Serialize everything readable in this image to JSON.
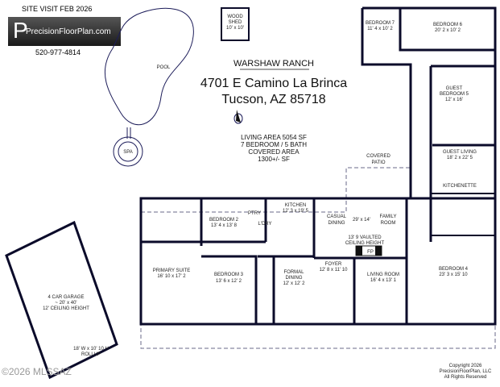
{
  "header": {
    "site_visit": "SITE VISIT  FEB 2026",
    "logo": "PrecisionFloorPlan.com",
    "phone": "520-977-4814"
  },
  "title": {
    "name": "WARSHAW RANCH",
    "address1": "4701 E Camino La Brinca",
    "address2": "Tucson, AZ  85718"
  },
  "summary": {
    "living": "LIVING AREA    5054 SF",
    "beds": "7 BEDROOM / 5 BATH",
    "covered": "COVERED AREA",
    "covered_sf": "1300+/- SF"
  },
  "rooms": {
    "shed": [
      "WOOD",
      "SHED",
      "10' x 10'"
    ],
    "pool": "POOL",
    "spa": "SPA",
    "bed7": [
      "BEDROOM 7",
      "11' 4 x 10' 2"
    ],
    "bed6": [
      "BEDROOM 6",
      "20' 2 x 10' 2"
    ],
    "bed5": [
      "GUEST",
      "BEDROOM 5",
      "12' x 16'"
    ],
    "guest_living": [
      "GUEST LIVING",
      "18' 2 x 22' 5"
    ],
    "kitchenette": "KITCHENETTE",
    "patio": [
      "COVERED",
      "PATIO"
    ],
    "kitchen": [
      "KITCHEN",
      "12' 3 x 19' 5"
    ],
    "ptry": "PTRY",
    "ldry": "L'DRY",
    "casual": [
      "CASUAL",
      "DINING"
    ],
    "family_dim": "29' x 14'",
    "family": [
      "FAMILY",
      "ROOM"
    ],
    "vaulted": [
      "13' 9 VAULTED",
      "CEILING HEIGHT"
    ],
    "fp": "FP",
    "bed2": [
      "BEDROOM 2",
      "13' 4 x 13' 8"
    ],
    "primary": [
      "PRIMARY SUITE",
      "16' 10 x 17' 2"
    ],
    "bed3": [
      "BEDROOM 3",
      "13' 6 x 12' 2"
    ],
    "formal": [
      "FORMAL",
      "DINING",
      "12' x 12' 2"
    ],
    "foyer": [
      "FOYER",
      "12' 8 x 11' 10"
    ],
    "living": [
      "LIVING ROOM",
      "16' 4 x 13' 1"
    ],
    "bed4": [
      "BEDROOM 4",
      "23' 3 x 15' 10"
    ],
    "garage": [
      "4 CAR GARAGE",
      "~ 20' x 40'",
      "12' CEILING HEIGHT"
    ],
    "rollup": [
      "18' W x 10' 10 H",
      "ROLLUP"
    ]
  },
  "footer": {
    "copyright": [
      "Copyright 2026",
      "PrecisionFloorPlan, LLC",
      "All Rights Reserved"
    ],
    "watermark": "©2026 MLSSAZ"
  }
}
